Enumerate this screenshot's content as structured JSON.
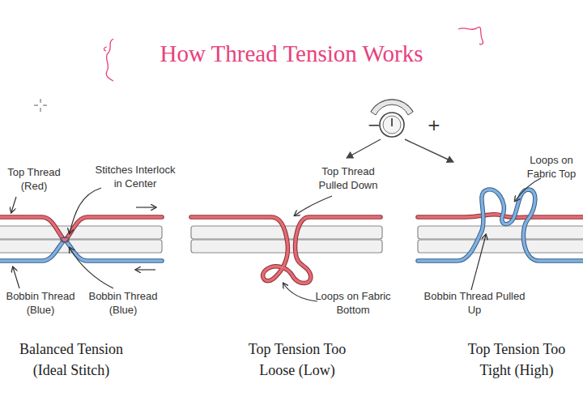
{
  "diagram": {
    "title": "How Thread Tension Works",
    "labels": [
      "Top Thread (Red)",
      "Stitches Interlock in Center",
      "Bobbin Thread (Blue)",
      "Bobbin Thread (Blue)",
      "Balanced Tension (Ideal Stitch)",
      "Top Thread Pulled Down",
      "Loops on Fabric Bottom",
      "Top Tension Too Loose (Low)",
      "Loops on Fabric Top",
      "Bobbin Thread Pulled Up",
      "Top Tension Too Tight (High)",
      "−",
      "+"
    ]
  }
}
